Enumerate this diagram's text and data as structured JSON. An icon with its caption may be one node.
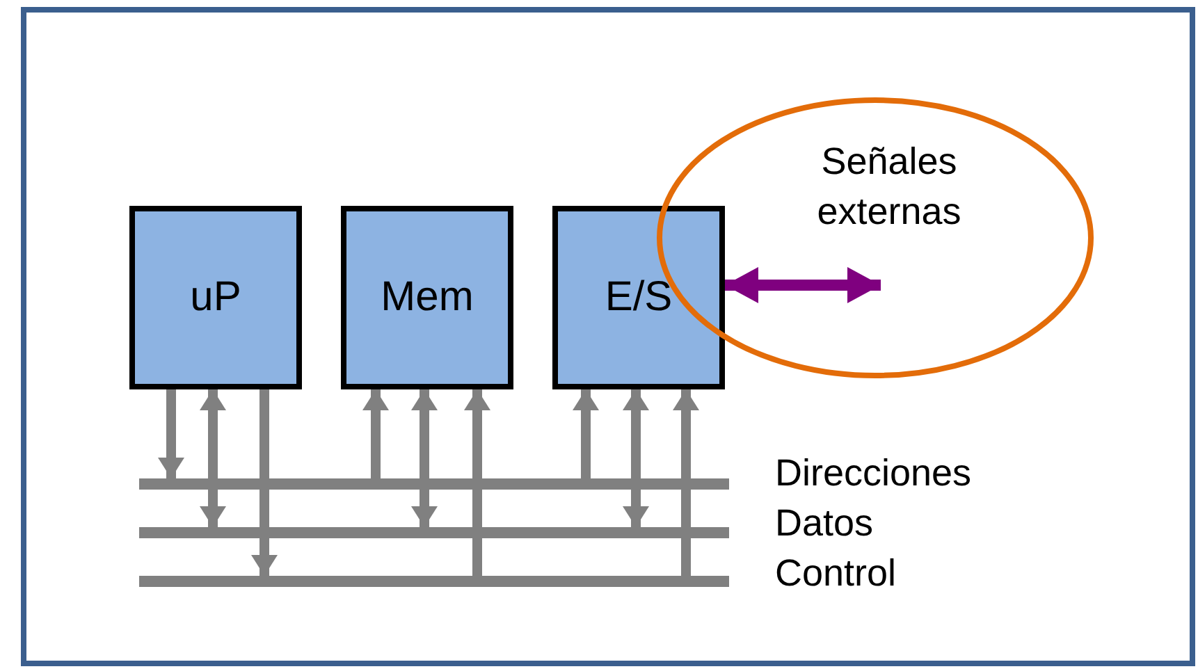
{
  "diagram": {
    "nodes": [
      {
        "text": [
          "uP"
        ]
      },
      {
        "text": [
          "Mem"
        ]
      },
      {
        "text": [
          "E/S"
        ]
      },
      {
        "text": [
          "Señales externas"
        ]
      },
      {
        "text": [],
        "shape": "bar",
        "beside": [
          "Direcciones"
        ]
      },
      {
        "text": [],
        "shape": "bar",
        "beside": [
          "Datos"
        ]
      },
      {
        "text": [],
        "shape": "bar",
        "beside": [
          "Control"
        ]
      }
    ],
    "edges": [
      {
        "from": 0,
        "to": 4,
        "arrow": "to"
      },
      {
        "from": 0,
        "to": 5,
        "arrow": "both"
      },
      {
        "from": 0,
        "to": 6,
        "arrow": "to"
      },
      {
        "from": 4,
        "to": 1,
        "arrow": "to"
      },
      {
        "from": 1,
        "to": 5,
        "arrow": "both"
      },
      {
        "from": 6,
        "to": 1,
        "arrow": "to"
      },
      {
        "from": 4,
        "to": 2,
        "arrow": "to"
      },
      {
        "from": 2,
        "to": 5,
        "arrow": "both"
      },
      {
        "from": 6,
        "to": 2,
        "arrow": "to"
      },
      {
        "from": 2,
        "to": 3,
        "arrow": "both",
        "color": "#7f007f"
      }
    ]
  }
}
